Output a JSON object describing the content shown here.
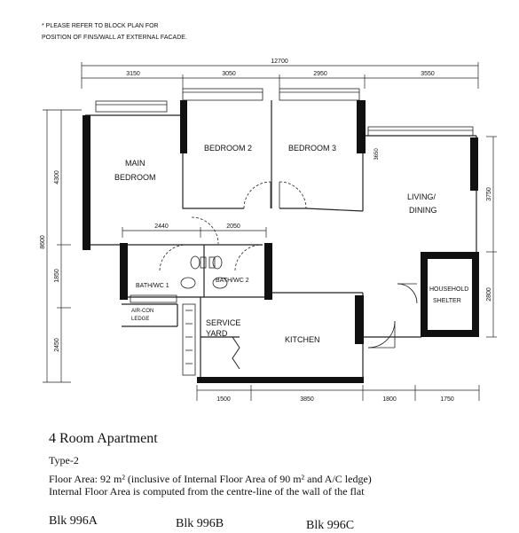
{
  "notes": {
    "line1": "* PLEASE REFER TO BLOCK PLAN FOR",
    "line2": "POSITION OF FINS/WALL AT EXTERNAL FACADE."
  },
  "dimensions": {
    "overall_width": "12700",
    "top": [
      "3150",
      "3050",
      "2950",
      "3550"
    ],
    "left_overall": "8600",
    "left": [
      "4300",
      "1850",
      "2450"
    ],
    "bath_row": [
      "2440",
      "2050"
    ],
    "bottom": [
      "1500",
      "3850",
      "1800",
      "1750"
    ],
    "right": [
      "3750",
      "2800"
    ],
    "inner_living": "3650"
  },
  "rooms": {
    "main_bedroom_1": "MAIN",
    "main_bedroom_2": "BEDROOM",
    "bedroom2": "BEDROOM 2",
    "bedroom3": "BEDROOM 3",
    "living_1": "LIVING/",
    "living_2": "DINING",
    "bath1": "BATH/WC 1",
    "bath2": "BATH/WC 2",
    "aircon_1": "AIR-CON",
    "aircon_2": "LEDGE",
    "service_1": "SERVICE",
    "service_2": "YARD",
    "kitchen": "KITCHEN",
    "shelter_1": "HOUSEHOLD",
    "shelter_2": "SHELTER"
  },
  "caption": {
    "title": "4 Room Apartment",
    "type": "Type-2",
    "floor_area": "Floor Area: 92 m² (inclusive of Internal Floor Area of 90 m² and A/C ledge)",
    "internal_note": "Internal Floor Area is computed from the centre-line of the wall of the flat"
  },
  "blocks": [
    "Blk 996A",
    "Blk 996B",
    "Blk 996C"
  ]
}
